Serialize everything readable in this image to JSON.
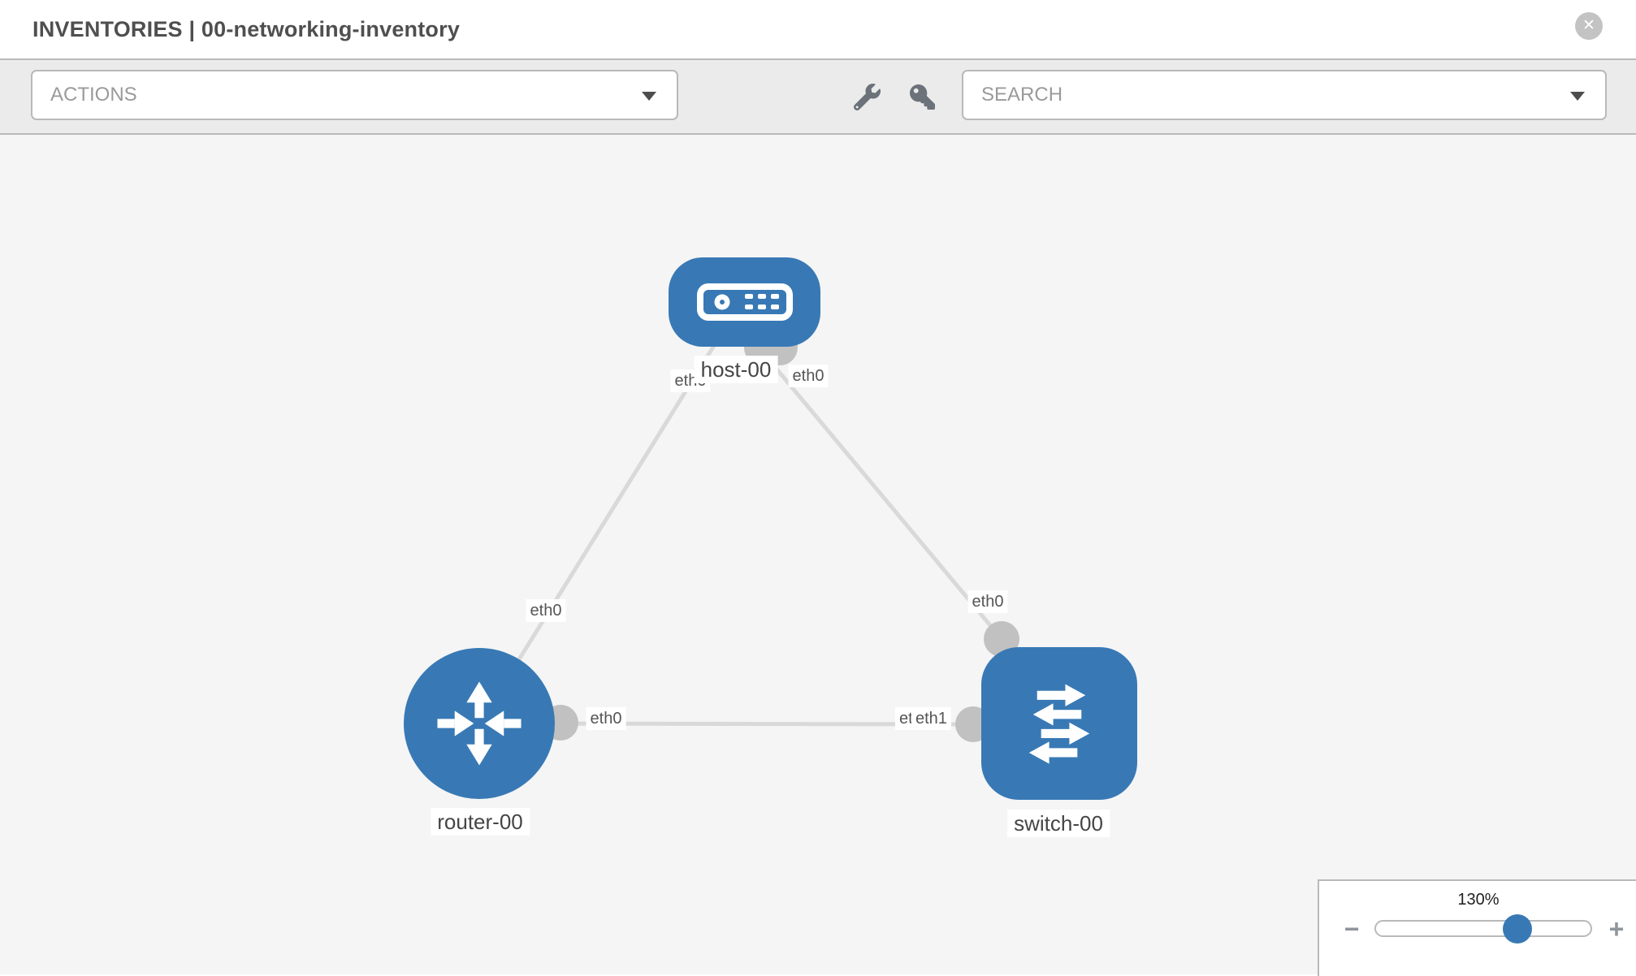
{
  "header": {
    "title": "INVENTORIES | 00-networking-inventory",
    "close_icon_glyph": "✕"
  },
  "toolbar": {
    "actions_label": "ACTIONS",
    "search_label": "SEARCH"
  },
  "topology": {
    "nodes": [
      {
        "name": "host-00",
        "type": "host"
      },
      {
        "name": "router-00",
        "type": "router"
      },
      {
        "name": "switch-00",
        "type": "switch"
      }
    ],
    "links": [
      {
        "source": "router-00",
        "source_interface": "eth0",
        "target": "host-00",
        "target_interface": "eth0"
      },
      {
        "source": "host-00",
        "source_interface": "eth0",
        "target": "switch-00",
        "target_interface": "eth0"
      },
      {
        "source": "router-00",
        "source_interface": "eth0",
        "target": "switch-00",
        "target_interface": "eth1"
      }
    ],
    "if_labels": {
      "link1_near_router": "eth0",
      "link1_near_host": "eth0",
      "link2_near_host": "eth0",
      "link2_near_switch": "eth0",
      "link3_near_router": "eth0",
      "link3_near_switch_back": "eth0",
      "link3_near_switch_front": "eth1"
    }
  },
  "zoom_control": {
    "level": "130%",
    "minus_glyph": "−",
    "plus_glyph": "+"
  },
  "colors": {
    "node_fill": "#3879b5",
    "link": "#d9d9d9",
    "connector": "#c1c1c1",
    "toolbar_bg": "#ebebeb",
    "border": "#b9b9b9",
    "canvas_bg": "#f5f5f5",
    "slider_thumb": "#3879b5"
  }
}
